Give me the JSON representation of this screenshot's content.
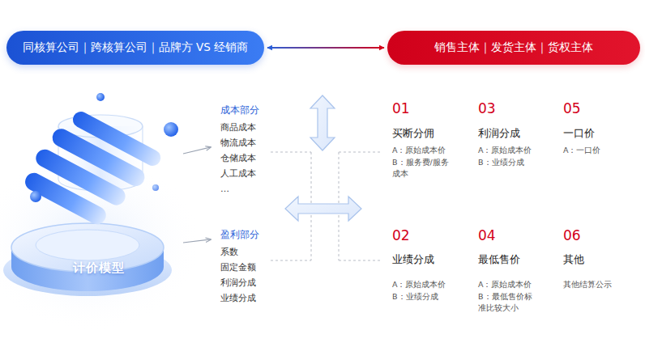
{
  "diagram": {
    "nodes": [
      {
        "text": [
          "同核算公司｜跨核算公司｜品牌方 VS 经销商"
        ]
      },
      {
        "text": [
          "销售主体｜发货主体｜货权主体"
        ]
      },
      {
        "text": [
          "计价模型"
        ]
      },
      {
        "text": [
          "成本部分",
          "商品成本",
          "物流成本",
          "仓储成本",
          "人工成本",
          "…"
        ]
      },
      {
        "text": [
          "盈利部分",
          "系数",
          "固定金额",
          "利润分成",
          "业绩分成"
        ]
      }
    ],
    "edges": [
      {
        "from": 0,
        "to": 1,
        "arrow": "both"
      },
      {
        "from": 2,
        "to": 3,
        "arrow": "to"
      },
      {
        "from": 2,
        "to": 4,
        "arrow": "to"
      }
    ],
    "labels": [
      "01",
      "买断分佣",
      "A：原始成本价",
      "B：服务费/服务成本",
      "03",
      "利润分成",
      "A：原始成本价",
      "B：业绩分成",
      "05",
      "一口价",
      "A：一口价",
      "02",
      "业绩分成",
      "A：原始成本价",
      "B：业绩分成",
      "04",
      "最低售价",
      "A：原始成本价",
      "B：最低售价标准比较大小",
      "06",
      "其他",
      "其他结算公示"
    ]
  }
}
